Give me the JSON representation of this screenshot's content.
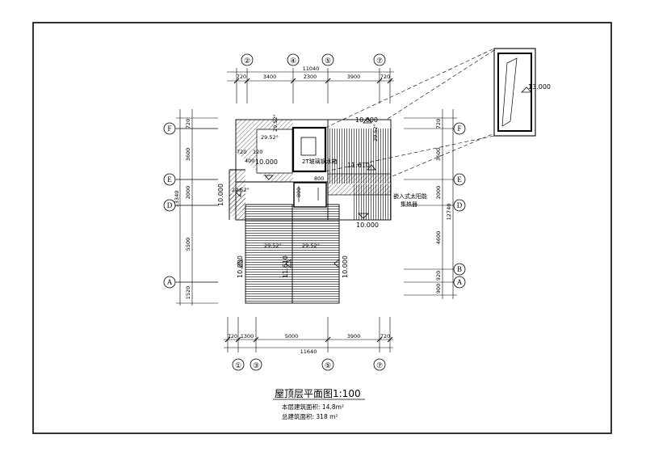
{
  "drawing": {
    "title": "屋顶层平面图1:100",
    "notes": [
      "本层建筑面积: 14.8m²",
      "总建筑面积: 318 m²"
    ]
  },
  "top_dims": {
    "total": "11040",
    "segments": [
      "720",
      "3400",
      "2300",
      "3900",
      "720"
    ],
    "axes": [
      "②",
      "④",
      "⑤",
      "⑦"
    ]
  },
  "bottom_dims": {
    "total": "11640",
    "segments": [
      "720",
      "1300",
      "5000",
      "3900",
      "720"
    ],
    "axes": [
      "①",
      "③",
      "⑤",
      "⑦"
    ]
  },
  "left_dims": {
    "total": "13340",
    "segments": [
      "720",
      "3600",
      "2000",
      "5500",
      "1520"
    ],
    "axes": [
      "F",
      "E",
      "D",
      "A"
    ]
  },
  "right_dims": {
    "total": "12740",
    "segments": [
      "720",
      "3600",
      "2000",
      "4600",
      "920",
      "900"
    ],
    "axes": [
      "F",
      "E",
      "D",
      "B",
      "A"
    ]
  },
  "levels": {
    "roof_top": "13.000",
    "eave_ne": "10.000",
    "ridge_right": "11.610",
    "left_roof": "10.000",
    "tank_room": "10.000",
    "lower_right": "10.000",
    "south_left": "10.000",
    "south_ridge": "11.610",
    "south_right": "10.000"
  },
  "labels": {
    "water_tank": "2T玻璃钢水箱",
    "solar_line1": "嵌入式太阳能",
    "solar_line2": "集热器",
    "dim_800a": "800",
    "dim_800b": "800",
    "dim_720": "720",
    "dim_120": "120",
    "dim_400": "400"
  },
  "slopes": [
    "29.52°",
    "29.52°",
    "29.52°",
    "29.52°",
    "29.52°",
    "29.52°"
  ]
}
